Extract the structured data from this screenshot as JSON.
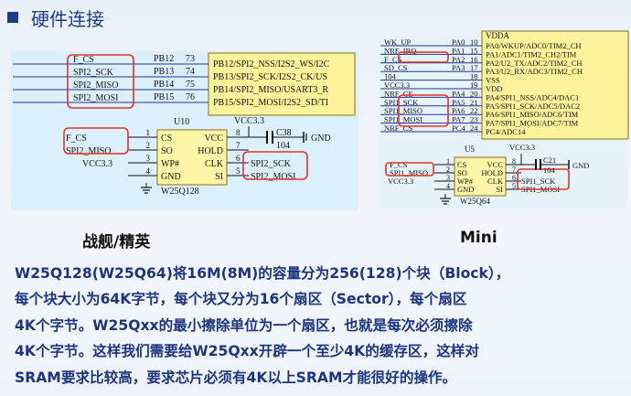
{
  "title": "硬件连接",
  "left": {
    "mcu_pins": [
      {
        "net": "F_CS",
        "pin": "PB12",
        "num": "73",
        "func": "PB12/SPI2_NSS/I2S2_WS/I2C"
      },
      {
        "net": "SPI2_SCK",
        "pin": "PB13",
        "num": "74",
        "func": "PB13/SPI2_SCK/I2S2_CK/US"
      },
      {
        "net": "SPI2_MISO",
        "pin": "PB14",
        "num": "75",
        "func": "PB14/SPI2_MISO/USART3_R"
      },
      {
        "net": "SPI2_MOSI",
        "pin": "PB15",
        "num": "76",
        "func": "PB15/SPI2_MOSI/I2S2_SD/TI"
      }
    ],
    "chip_ref": "U10",
    "chip_name": "W25Q128",
    "vcc_label": "VCC3.3",
    "vcc_label2": "VCC3.3",
    "cap_ref": "C38",
    "cap_val": "104",
    "gnd_label": "GND",
    "pins_left": [
      {
        "num": "1",
        "name": "CS",
        "net": "F_CS"
      },
      {
        "num": "2",
        "name": "SO",
        "net": "SPI2_MISO"
      },
      {
        "num": "3",
        "name": "WP#",
        "net": ""
      },
      {
        "num": "4",
        "name": "GND",
        "net": ""
      }
    ],
    "pins_right": [
      {
        "num": "8",
        "name": "VCC",
        "net": ""
      },
      {
        "num": "7",
        "name": "HOLD",
        "net": ""
      },
      {
        "num": "6",
        "name": "CLK",
        "net": "SPI2_SCK"
      },
      {
        "num": "5",
        "name": "SI",
        "net": "SPI2_MOSI"
      }
    ],
    "caption": "战舰/精英"
  },
  "right": {
    "mcu_pins": [
      {
        "net": "WK_UP",
        "pin": "PA0",
        "num": "10",
        "func": "PA0/WKUP/ADC0/TIM2_CH"
      },
      {
        "net": "NRF_IRQ",
        "pin": "PA1",
        "num": "15",
        "func": "PA1/ADC1/TIM2_CH2/TIM"
      },
      {
        "net": "F_CS",
        "pin": "PA2",
        "num": "16",
        "func": "PA2/U2_TX/ADC2/TIM2_CH"
      },
      {
        "net": "SD_CS",
        "pin": "PA3",
        "num": "17",
        "func": "PA3/U2_RX/ADC3/TIM2_CH"
      },
      {
        "net": "104",
        "pin": "",
        "num": "18",
        "func": "VSS"
      },
      {
        "net": "VCC3.3",
        "pin": "",
        "num": "19",
        "func": "VDD"
      },
      {
        "net": "NRF_CE",
        "pin": "PA4",
        "num": "20",
        "func": "PA4/SPI1_NSS/ADC4/DAC1"
      },
      {
        "net": "SPI1_SCK",
        "pin": "PA5",
        "num": "21",
        "func": "PA5/SPI1_SCK/ADC5/DAC2"
      },
      {
        "net": "SPI1_MISO",
        "pin": "PA6",
        "num": "22",
        "func": "PA6/SPI1_MISO/ADC6/TIM"
      },
      {
        "net": "SPI1_MOSI",
        "pin": "PA7",
        "num": "23",
        "func": "PA7/SPI1_MOSI/ADC7/TIM"
      },
      {
        "net": "NRF_CS",
        "pin": "PC4",
        "num": "24",
        "func": "PC4/ADC14"
      }
    ],
    "top_func": "VDDA",
    "chip_ref": "U5",
    "chip_name": "W25Q64",
    "vcc_label": "VCC3.3",
    "vcc_label2": "VCC3.3",
    "cap_ref": "C21",
    "cap_val": "104",
    "gnd_label": "GND",
    "pins_left": [
      {
        "num": "1",
        "name": "CS",
        "net": "F_CS"
      },
      {
        "num": "2",
        "name": "SO",
        "net": "SPI1_MISO"
      },
      {
        "num": "3",
        "name": "WP#",
        "net": ""
      },
      {
        "num": "4",
        "name": "GND",
        "net": ""
      }
    ],
    "pins_right": [
      {
        "num": "8",
        "name": "VCC",
        "net": ""
      },
      {
        "num": "7",
        "name": "HOLD",
        "net": ""
      },
      {
        "num": "6",
        "name": "CLK",
        "net": "SPI1_SCK"
      },
      {
        "num": "5",
        "name": "SI",
        "net": "SPI1_MOSI"
      }
    ],
    "caption": "Mini"
  },
  "paragraph": [
    "W25Q128(W25Q64)将16M(8M)的容量分为256(128)个块（Block），",
    "每个块大小为64K字节，每个块又分为16个扇区（Sector），每个扇区",
    "4K个字节。W25Qxx的最小擦除单位为一个扇区，也就是每次必须擦除",
    "4K个字节。这样我们需要给W25Qxx开辟一个至少4K的缓存区，这样对",
    "SRAM要求比较高，要求芯片必须有4K以上SRAM才能很好的操作。"
  ],
  "colors": {
    "title": "#1f3a8a",
    "highlight": "#e0332b",
    "wire": "#26308f",
    "chip_fill": "#fdf6a6",
    "mcu_fill": "#fdf39a",
    "bus_fill": "#d8eefa",
    "text": "#1e3480"
  }
}
